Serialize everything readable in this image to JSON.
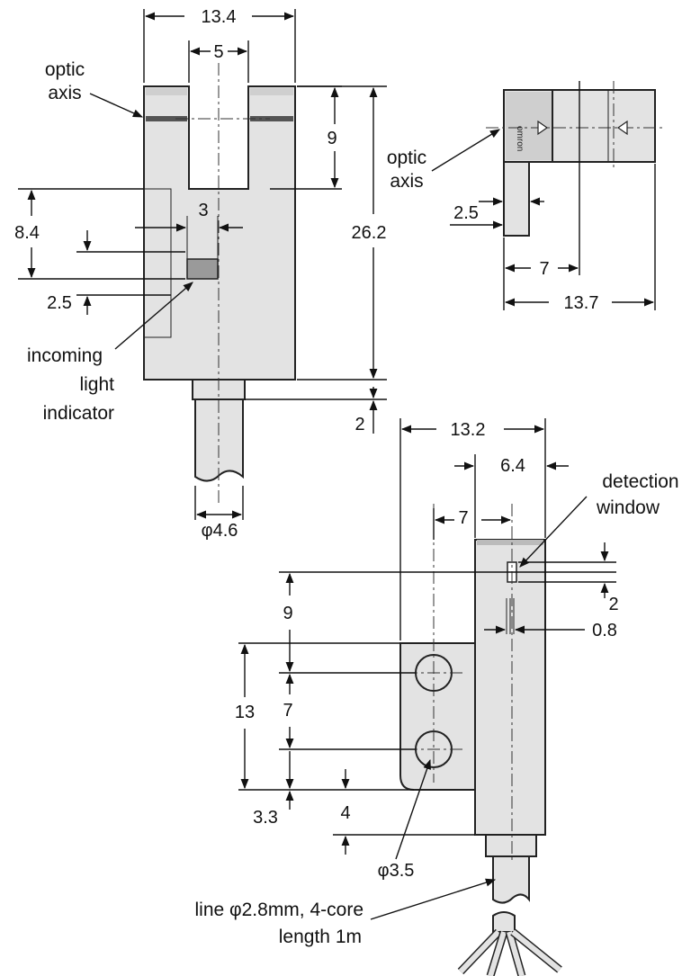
{
  "labels": {
    "optic_axis_1": [
      "optic",
      "axis"
    ],
    "optic_axis_2": [
      "optic",
      "axis"
    ],
    "incoming_light": [
      "incoming",
      "light",
      "indicator"
    ],
    "detection_window": [
      "detection",
      "window"
    ],
    "line_spec": [
      "line φ2.8mm, 4-core",
      "length 1m"
    ],
    "brand": "omron"
  },
  "dims": {
    "w13_4": "13.4",
    "w5": "5",
    "h9": "9",
    "h26_2": "26.2",
    "h8_4": "8.4",
    "w3": "3",
    "h2_5_front": "2.5",
    "h2": "2",
    "phi4_6": "φ4.6",
    "side_2_5": "2.5",
    "side_7": "7",
    "side_13_7": "13.7",
    "w13_2": "13.2",
    "w6_4": "6.4",
    "w7_bottom": "7",
    "h9_bottom": "9",
    "h13": "13",
    "h7": "7",
    "h3_3": "3.3",
    "h4": "4",
    "phi3_5": "φ3.5",
    "h2_window": "2",
    "w0_8": "0.8"
  }
}
